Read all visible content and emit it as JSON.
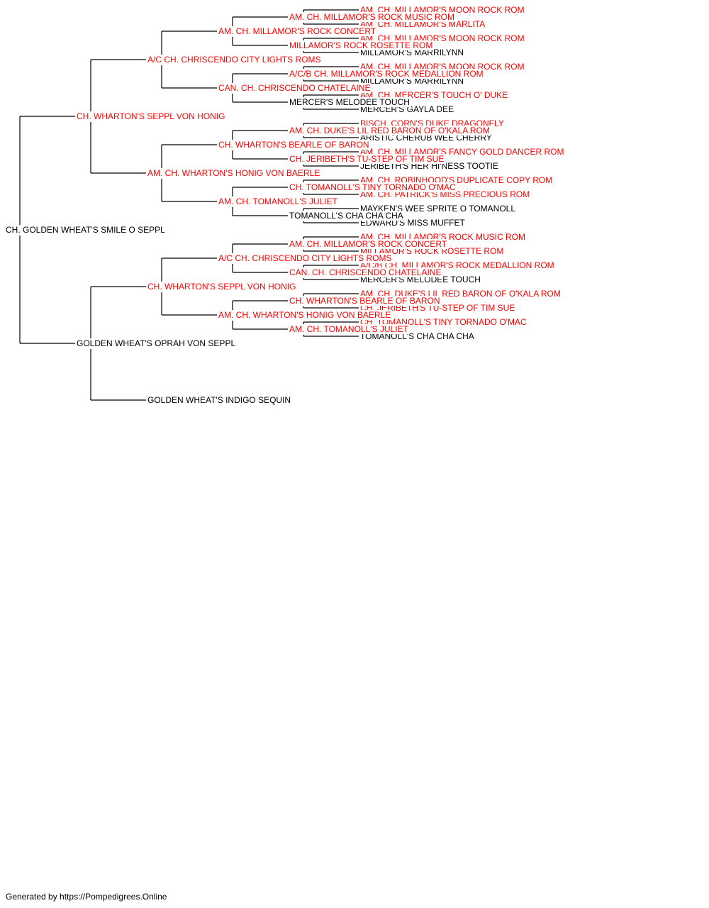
{
  "colors": {
    "champion": "#ff0000",
    "plain": "#000000",
    "line": "#000000"
  },
  "pedigree": {
    "name": "CH. GOLDEN WHEAT'S SMILE O SEPPL",
    "titled": false,
    "sire": {
      "name": "CH. WHARTON'S SEPPL VON HONIG",
      "titled": true,
      "sire": {
        "name": "A/C CH. CHRISCENDO CITY LIGHTS ROMS",
        "titled": true,
        "sire": {
          "name": "AM. CH. MILLAMOR'S ROCK CONCERT",
          "titled": true,
          "sire": {
            "name": "AM. CH. MILLAMOR'S ROCK MUSIC ROM",
            "titled": true,
            "sire": {
              "name": "AM. CH. MILLAMOR'S MOON ROCK ROM",
              "titled": true
            },
            "dam": {
              "name": "AM. CH. MILLAMOR'S MARLITA",
              "titled": true
            }
          },
          "dam": {
            "name": "MILLAMOR'S ROCK ROSETTE ROM",
            "titled": true,
            "sire": {
              "name": "AM. CH. MILLAMOR'S MOON ROCK ROM",
              "titled": true
            },
            "dam": {
              "name": "MILLAMOR'S MARRILYNN",
              "titled": false
            }
          }
        },
        "dam": {
          "name": "CAN. CH. CHRISCENDO CHATELAINE",
          "titled": true,
          "sire": {
            "name": "A/C/B CH. MILLAMOR'S ROCK MEDALLION ROM",
            "titled": true,
            "sire": {
              "name": "AM. CH. MILLAMOR'S MOON ROCK ROM",
              "titled": true
            },
            "dam": {
              "name": "MILLAMOR'S MARRILYNN",
              "titled": false
            }
          },
          "dam": {
            "name": "MERCER'S MELODEE TOUCH",
            "titled": false,
            "sire": {
              "name": "AM. CH. MERCER'S TOUCH O' DUKE",
              "titled": true
            },
            "dam": {
              "name": "MERCER'S GAYLA DEE",
              "titled": false
            }
          }
        }
      },
      "dam": {
        "name": "AM. CH. WHARTON'S HONIG VON BAERLE",
        "titled": true,
        "sire": {
          "name": "CH. WHARTON'S BEARLE OF BARON",
          "titled": true,
          "sire": {
            "name": "AM. CH. DUKE'S LIL RED BARON OF O'KALA ROM",
            "titled": true,
            "sire": {
              "name": "BISCH. CORN'S DUKE DRAGONFLY",
              "titled": true
            },
            "dam": {
              "name": "ARISTIC CHERUB WEE CHERRY",
              "titled": false
            }
          },
          "dam": {
            "name": "CH. JERIBETH'S TU-STEP OF TIM SUE",
            "titled": true,
            "sire": {
              "name": "AM. CH. MILLAMOR'S FANCY GOLD DANCER ROM",
              "titled": true
            },
            "dam": {
              "name": "JERIBETH'S HER HI'NESS TOOTIE",
              "titled": false
            }
          }
        },
        "dam": {
          "name": "AM. CH. TOMANOLL'S JULIET",
          "titled": true,
          "sire": {
            "name": "CH. TOMANOLL'S TINY TORNADO O'MAC",
            "titled": true,
            "sire": {
              "name": "AM. CH. ROBINHOOD'S DUPLICATE COPY ROM",
              "titled": true
            },
            "dam": {
              "name": "AM. CH. PATRICK'S MISS PRECIOUS ROM",
              "titled": true
            }
          },
          "dam": {
            "name": "TOMANOLL'S CHA CHA CHA",
            "titled": false,
            "sire": {
              "name": "MAYKEN'S WEE SPRITE O TOMANOLL",
              "titled": false
            },
            "dam": {
              "name": "EDWARD'S MISS MUFFET",
              "titled": false
            }
          }
        }
      }
    },
    "dam": {
      "name": "GOLDEN WHEAT'S OPRAH VON SEPPL",
      "titled": false,
      "sire": {
        "name": "CH. WHARTON'S SEPPL VON HONIG",
        "titled": true,
        "sire": {
          "name": "A/C CH. CHRISCENDO CITY LIGHTS ROMS",
          "titled": true,
          "sire": {
            "name": "AM. CH. MILLAMOR'S ROCK CONCERT",
            "titled": true,
            "sire": {
              "name": "AM. CH. MILLAMOR'S ROCK MUSIC ROM",
              "titled": true
            },
            "dam": {
              "name": "MILLAMOR'S ROCK ROSETTE ROM",
              "titled": true
            }
          },
          "dam": {
            "name": "CAN. CH. CHRISCENDO CHATELAINE",
            "titled": true,
            "sire": {
              "name": "A/C/B CH. MILLAMOR'S ROCK MEDALLION ROM",
              "titled": true
            },
            "dam": {
              "name": "MERCER'S MELODEE TOUCH",
              "titled": false
            }
          }
        },
        "dam": {
          "name": "AM. CH. WHARTON'S HONIG VON BAERLE",
          "titled": true,
          "sire": {
            "name": "CH. WHARTON'S BEARLE OF BARON",
            "titled": true,
            "sire": {
              "name": "AM. CH. DUKE'S LIL RED BARON OF O'KALA ROM",
              "titled": true
            },
            "dam": {
              "name": "CH. JERIBETH'S TU-STEP OF TIM SUE",
              "titled": true
            }
          },
          "dam": {
            "name": "AM. CH. TOMANOLL'S JULIET",
            "titled": true,
            "sire": {
              "name": "CH. TOMANOLL'S TINY TORNADO O'MAC",
              "titled": true
            },
            "dam": {
              "name": "TOMANOLL'S CHA CHA CHA",
              "titled": false
            }
          }
        }
      },
      "dam": {
        "name": "GOLDEN WHEAT'S INDIGO SEQUIN",
        "titled": false
      }
    }
  },
  "footer": {
    "credit": "Generated by https://Pompedigrees.Online"
  }
}
